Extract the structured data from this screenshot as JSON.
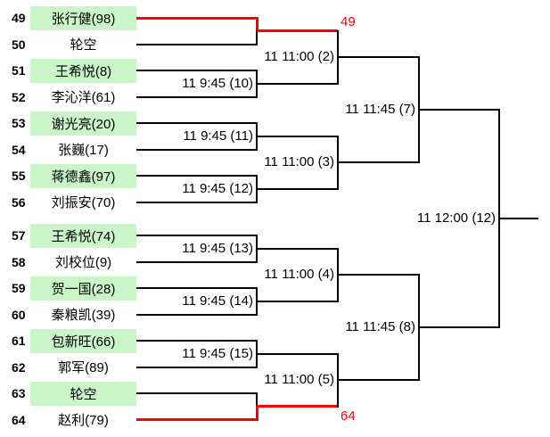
{
  "colors": {
    "highlight_green": "#C9F5C9",
    "line_black": "#000000",
    "winner_red": "#FF0000"
  },
  "bracket": {
    "entries": [
      {
        "seed": "49",
        "name": "张行健(98)",
        "highlighted": true
      },
      {
        "seed": "50",
        "name": "轮空",
        "highlighted": false
      },
      {
        "seed": "51",
        "name": "王希悦(8)",
        "highlighted": true
      },
      {
        "seed": "52",
        "name": "李沁洋(61)",
        "highlighted": false
      },
      {
        "seed": "53",
        "name": "谢光亮(20)",
        "highlighted": true
      },
      {
        "seed": "54",
        "name": "张巍(17)",
        "highlighted": false
      },
      {
        "seed": "55",
        "name": "蒋德鑫(97)",
        "highlighted": true
      },
      {
        "seed": "56",
        "name": "刘振安(70)",
        "highlighted": false
      },
      {
        "seed": "57",
        "name": "王希悦(74)",
        "highlighted": true
      },
      {
        "seed": "58",
        "name": "刘校位(9)",
        "highlighted": false
      },
      {
        "seed": "59",
        "name": "贺一国(28)",
        "highlighted": true
      },
      {
        "seed": "60",
        "name": "秦粮凯(39)",
        "highlighted": false
      },
      {
        "seed": "61",
        "name": "包新旺(66)",
        "highlighted": true
      },
      {
        "seed": "62",
        "name": "郭军(89)",
        "highlighted": false
      },
      {
        "seed": "63",
        "name": "轮空",
        "highlighted": true
      },
      {
        "seed": "64",
        "name": "赵利(79)",
        "highlighted": false
      }
    ],
    "rounds": [
      {
        "name": "round-1",
        "matches": [
          {
            "label": ""
          },
          {
            "label": "11 9:45 (10)"
          },
          {
            "label": "11 9:45 (11)"
          },
          {
            "label": "11 9:45 (12)"
          },
          {
            "label": "11 9:45 (13)"
          },
          {
            "label": "11 9:45 (14)"
          },
          {
            "label": "11 9:45 (15)"
          },
          {
            "label": ""
          }
        ]
      },
      {
        "name": "round-2",
        "matches": [
          {
            "label": "11 11:00 (2)"
          },
          {
            "label": "11 11:00 (3)"
          },
          {
            "label": "11 11:00 (4)"
          },
          {
            "label": "11 11:00 (5)"
          }
        ]
      },
      {
        "name": "round-3",
        "matches": [
          {
            "label": "11 11:45 (7)"
          },
          {
            "label": "11 11:45 (8)"
          }
        ]
      },
      {
        "name": "final",
        "matches": [
          {
            "label": "11 12:00 (12)"
          }
        ]
      }
    ],
    "advancers": [
      {
        "match_index": 0,
        "from": "top",
        "label": "49"
      },
      {
        "match_index": 7,
        "from": "bottom",
        "label": "64"
      }
    ]
  }
}
